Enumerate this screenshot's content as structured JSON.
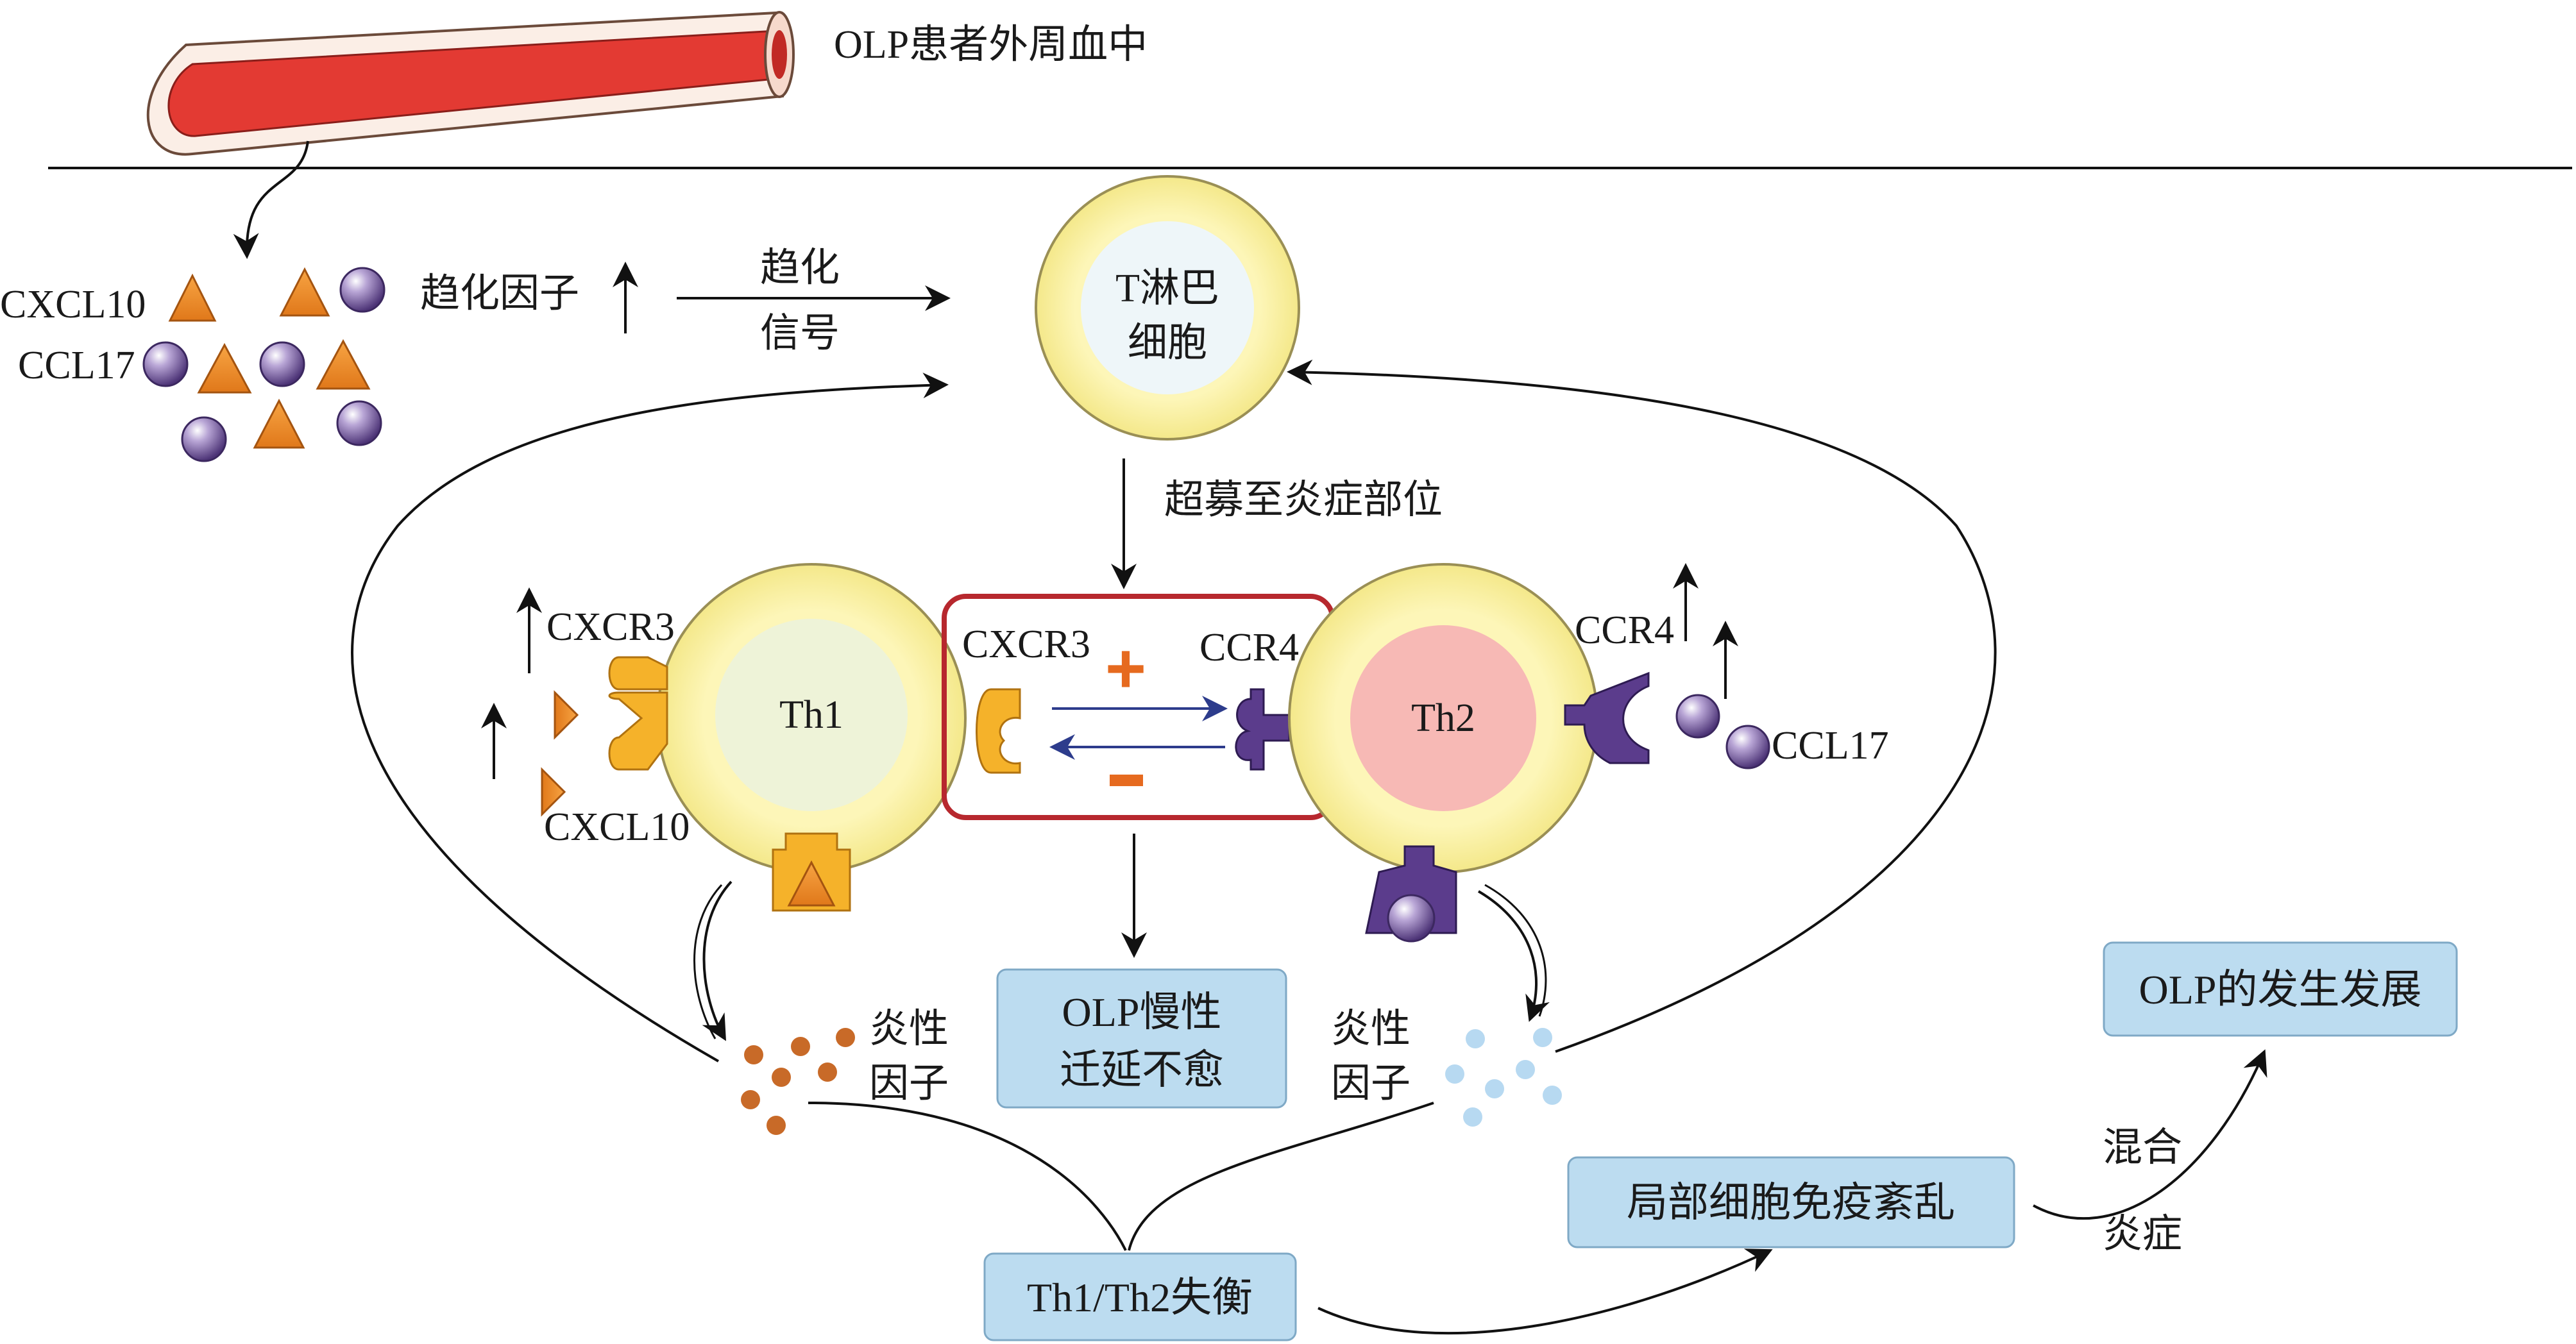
{
  "header": {
    "blood_vessel_label": "OLP患者外周血中"
  },
  "chemokines": {
    "cxcl10_label": "CXCL10",
    "ccl17_label": "CCL17",
    "chemotaxis_factor_label": "趋化因子",
    "chemotaxis_signal_line1": "趋化",
    "chemotaxis_signal_line2": "信号"
  },
  "t_cell": {
    "line1": "T淋巴",
    "line2": "细胞"
  },
  "recruit_label": "超募至炎症部位",
  "th1": {
    "name": "Th1",
    "receptor_up_label": "CXCR3",
    "ligand_label": "CXCL10",
    "inflammatory_line1": "炎性",
    "inflammatory_line2": "因子"
  },
  "th2": {
    "name": "Th2",
    "receptor_up_label": "CCR4",
    "ligand_label": "CCL17",
    "inflammatory_line1": "炎性",
    "inflammatory_line2": "因子"
  },
  "interaction_box": {
    "left_receptor": "CXCR3",
    "right_receptor": "CCR4",
    "plus": "+",
    "minus": "−"
  },
  "outcome_boxes": {
    "chronic_line1": "OLP慢性",
    "chronic_line2": "迁延不愈",
    "imbalance": "Th1/Th2失衡",
    "immune_disorder": "局部细胞免疫紊乱",
    "olp_development": "OLP的发生发展"
  },
  "final_labels": {
    "mixed": "混合",
    "inflammation": "炎症"
  },
  "colors": {
    "triangle": "#f08c1e",
    "sphere": "#6c4f95",
    "cell_outer": "#fbf3a6",
    "th1_inner": "#eef3d8",
    "th2_inner": "#f7b9b5",
    "tcell_inner": "#eef6f9",
    "receptor_orange": "#f5b22a",
    "receptor_purple": "#5b3c8c",
    "red_box": "#b7282e",
    "blue_box": "#bcdcf0",
    "dot_orange": "#c86a28",
    "dot_blue": "#b7d9f1"
  }
}
